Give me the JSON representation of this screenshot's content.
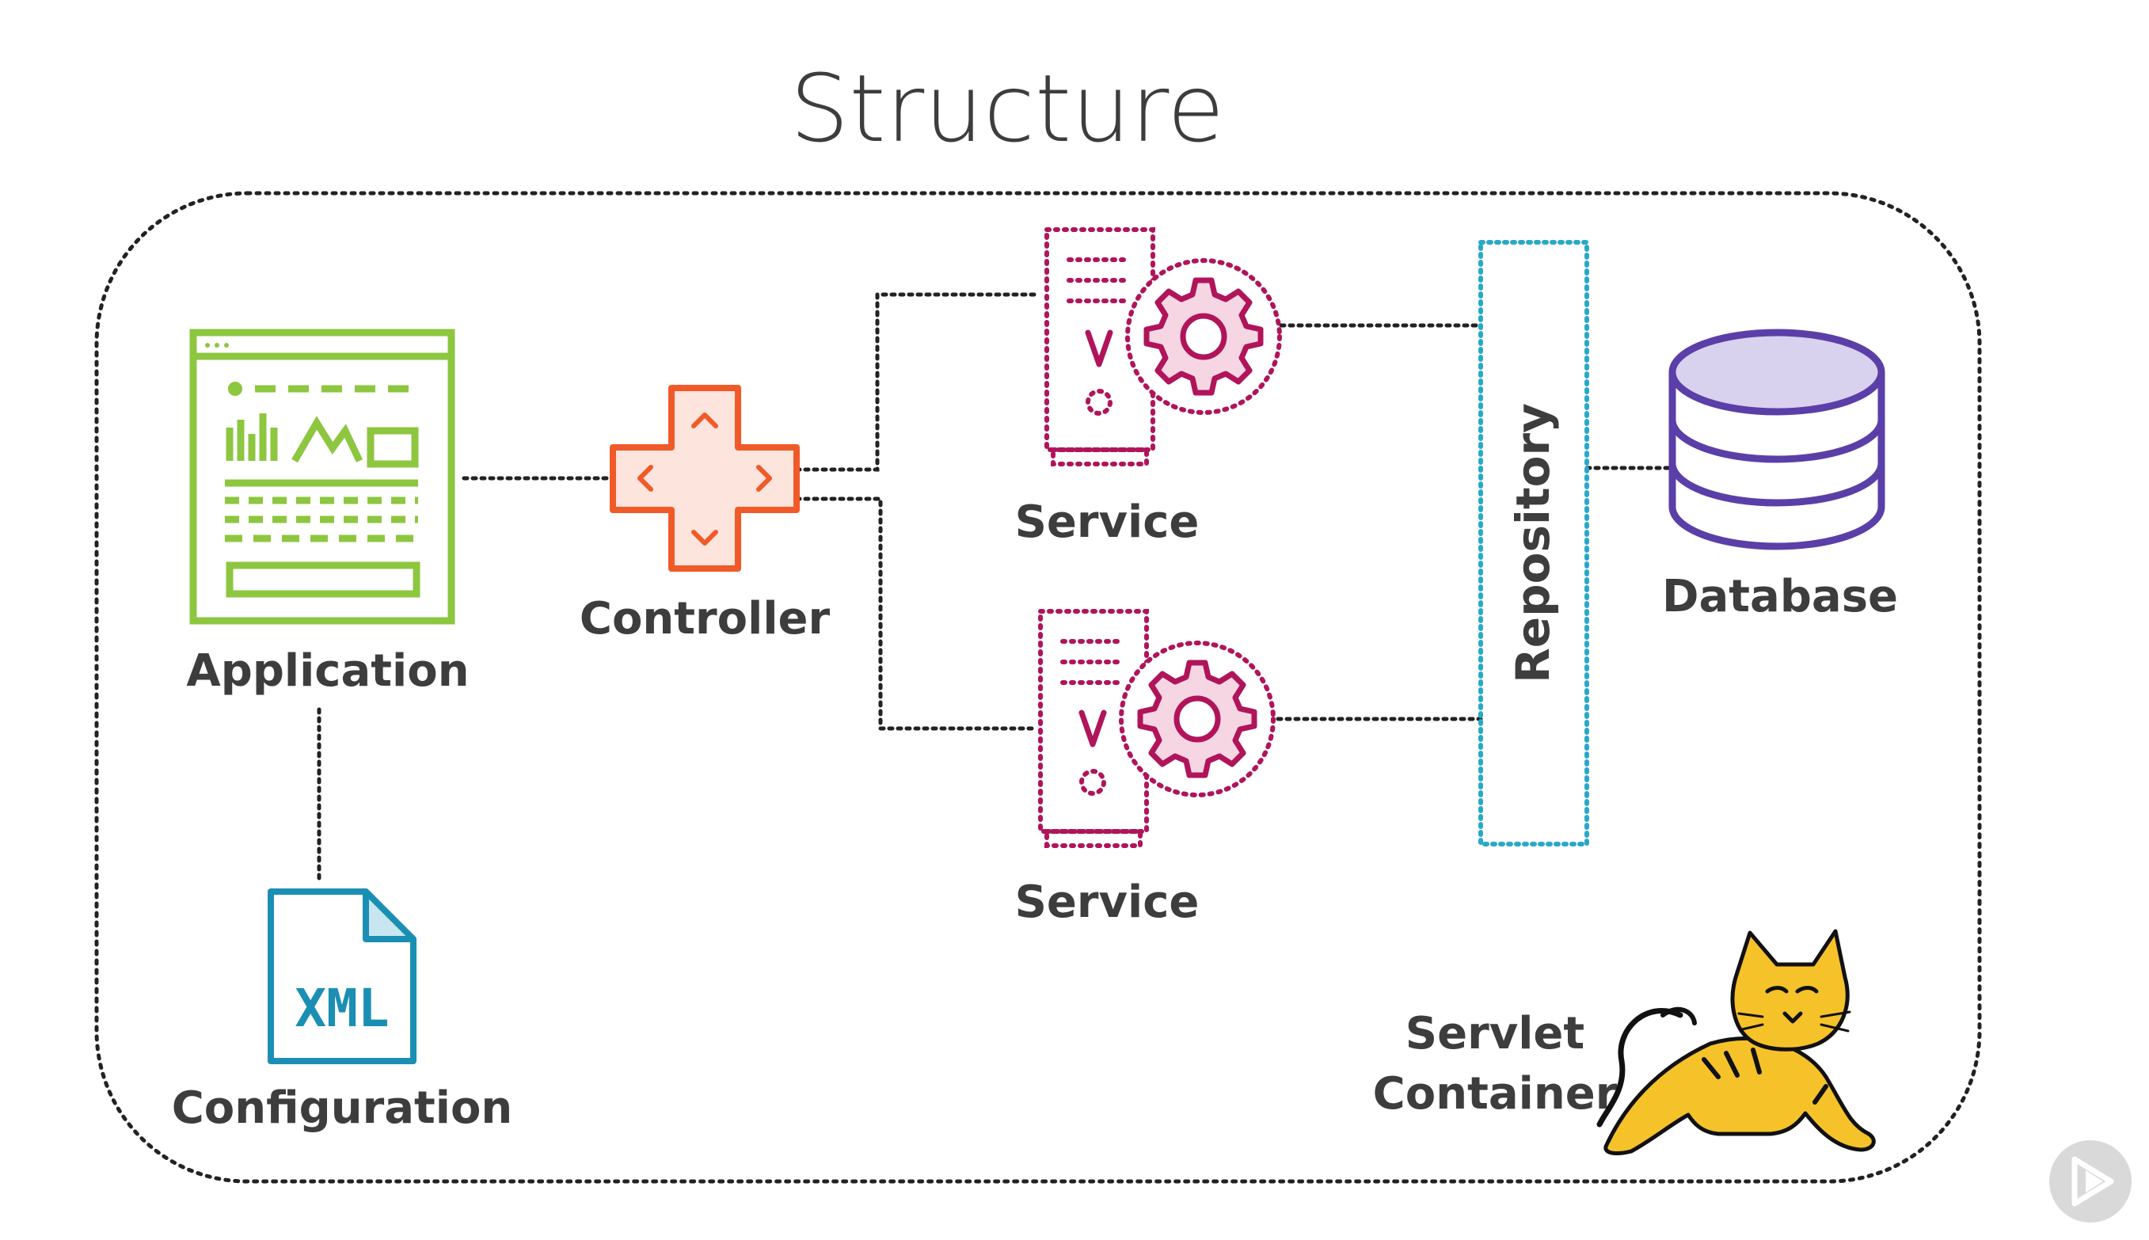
{
  "title": "Structure",
  "nodes": {
    "application": {
      "label": "Application",
      "color": "#8dc63f"
    },
    "configuration": {
      "label": "Configuration",
      "icon_text": "XML",
      "color": "#1b8fb3"
    },
    "controller": {
      "label": "Controller",
      "color": "#f05a28"
    },
    "service_top": {
      "label": "Service",
      "color": "#b0145a"
    },
    "service_bottom": {
      "label": "Service",
      "color": "#b0145a"
    },
    "repository": {
      "label": "Repository",
      "color": "#2aa9c7"
    },
    "database": {
      "label": "Database",
      "color": "#5b3fa8"
    },
    "servlet_container": {
      "label_line1": "Servlet",
      "label_line2": "Container",
      "icon": "tomcat-cat-icon"
    }
  },
  "edges": [
    {
      "from": "Application",
      "to": "Controller"
    },
    {
      "from": "Controller",
      "to": "Service"
    },
    {
      "from": "Controller",
      "to": "Service"
    },
    {
      "from": "Service",
      "to": "Repository"
    },
    {
      "from": "Service",
      "to": "Repository"
    },
    {
      "from": "Repository",
      "to": "Database"
    },
    {
      "from": "Application",
      "to": "Configuration"
    }
  ],
  "player_button": {
    "icon": "play-icon"
  }
}
